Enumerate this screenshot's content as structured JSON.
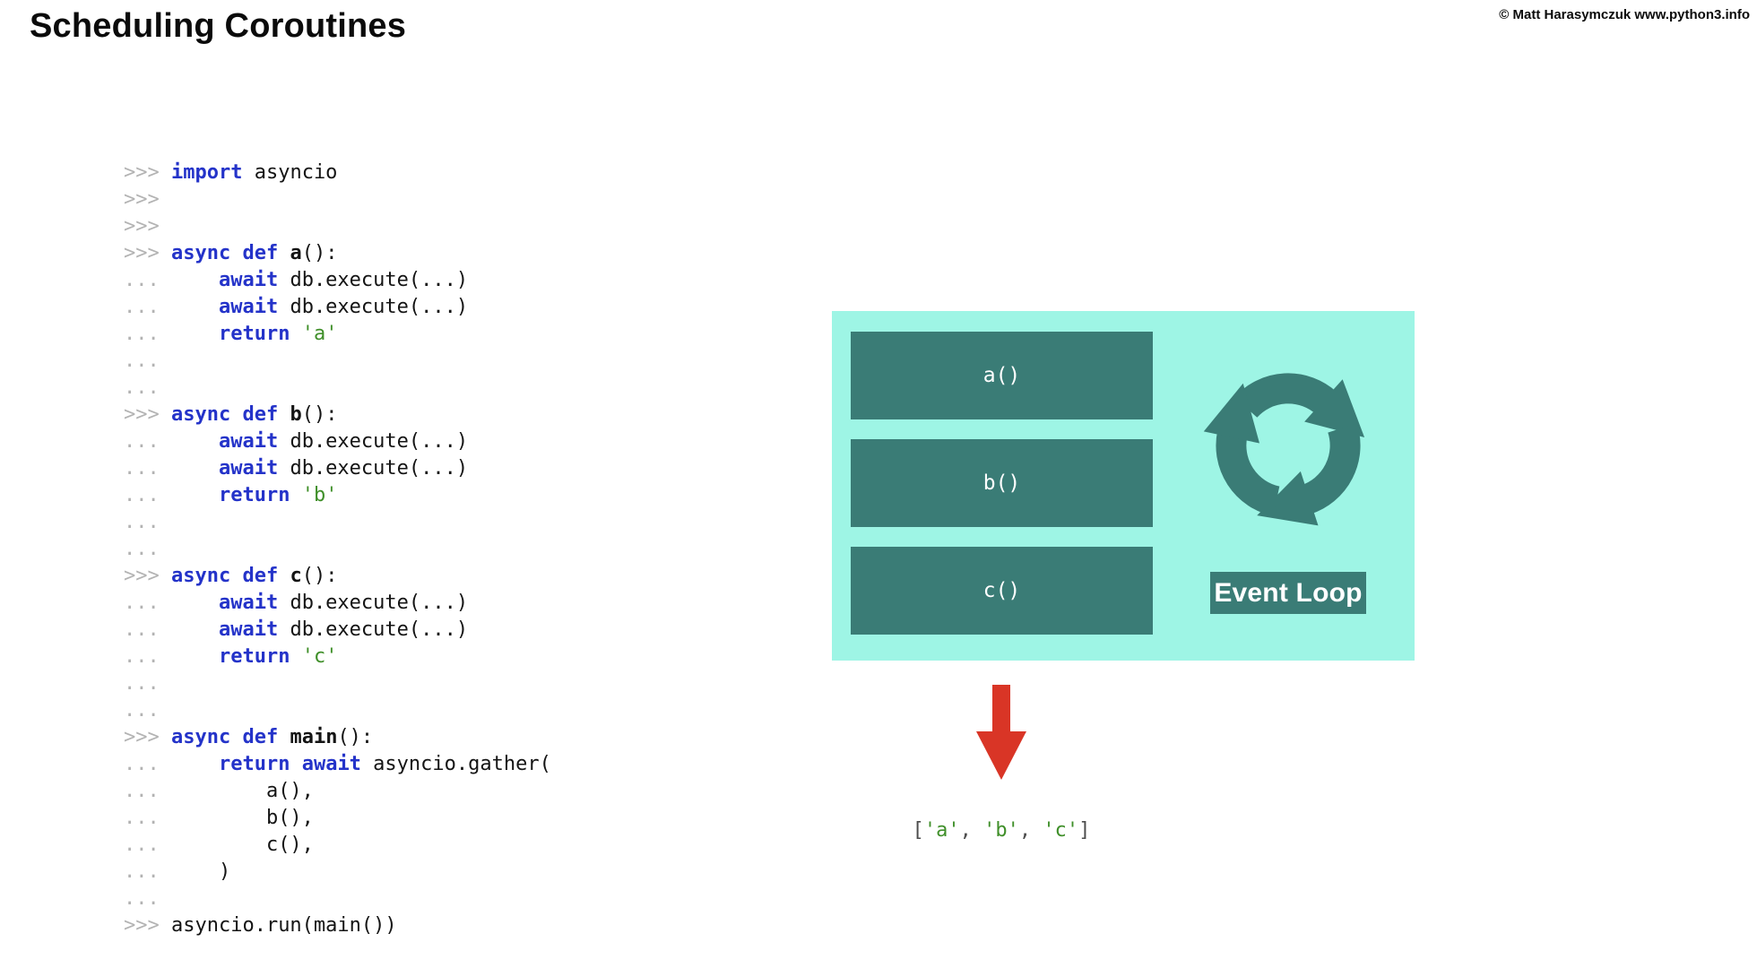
{
  "title": "Scheduling Coroutines",
  "copyright": "© Matt Harasymczuk www.python3.info",
  "colors": {
    "mint_background": "#9ef5e5",
    "teal_dark": "#3a7c76",
    "arrow_red": "#d93526",
    "keyword_blue": "#2433c9",
    "prompt_gray": "#b3b3b3",
    "string_green": "#3f8f29",
    "code_black": "#141414",
    "bracket_gray": "#4d4d4d"
  },
  "code": {
    "lines": [
      [
        [
          "p",
          ">>> "
        ],
        [
          "k",
          "import"
        ],
        [
          "t",
          " asyncio"
        ]
      ],
      [
        [
          "p",
          ">>>"
        ]
      ],
      [
        [
          "p",
          ">>>"
        ]
      ],
      [
        [
          "p",
          ">>> "
        ],
        [
          "k",
          "async def"
        ],
        [
          "t",
          " "
        ],
        [
          "n",
          "a"
        ],
        [
          "t",
          "():"
        ]
      ],
      [
        [
          "p",
          "... "
        ],
        [
          "t",
          "    "
        ],
        [
          "k",
          "await"
        ],
        [
          "t",
          " db.execute(...)"
        ]
      ],
      [
        [
          "p",
          "... "
        ],
        [
          "t",
          "    "
        ],
        [
          "k",
          "await"
        ],
        [
          "t",
          " db.execute(...)"
        ]
      ],
      [
        [
          "p",
          "... "
        ],
        [
          "t",
          "    "
        ],
        [
          "k",
          "return"
        ],
        [
          "t",
          " "
        ],
        [
          "s",
          "'a'"
        ]
      ],
      [
        [
          "p",
          "..."
        ]
      ],
      [
        [
          "p",
          "..."
        ]
      ],
      [
        [
          "p",
          ">>> "
        ],
        [
          "k",
          "async def"
        ],
        [
          "t",
          " "
        ],
        [
          "n",
          "b"
        ],
        [
          "t",
          "():"
        ]
      ],
      [
        [
          "p",
          "... "
        ],
        [
          "t",
          "    "
        ],
        [
          "k",
          "await"
        ],
        [
          "t",
          " db.execute(...)"
        ]
      ],
      [
        [
          "p",
          "... "
        ],
        [
          "t",
          "    "
        ],
        [
          "k",
          "await"
        ],
        [
          "t",
          " db.execute(...)"
        ]
      ],
      [
        [
          "p",
          "... "
        ],
        [
          "t",
          "    "
        ],
        [
          "k",
          "return"
        ],
        [
          "t",
          " "
        ],
        [
          "s",
          "'b'"
        ]
      ],
      [
        [
          "p",
          "..."
        ]
      ],
      [
        [
          "p",
          "..."
        ]
      ],
      [
        [
          "p",
          ">>> "
        ],
        [
          "k",
          "async def"
        ],
        [
          "t",
          " "
        ],
        [
          "n",
          "c"
        ],
        [
          "t",
          "():"
        ]
      ],
      [
        [
          "p",
          "... "
        ],
        [
          "t",
          "    "
        ],
        [
          "k",
          "await"
        ],
        [
          "t",
          " db.execute(...)"
        ]
      ],
      [
        [
          "p",
          "... "
        ],
        [
          "t",
          "    "
        ],
        [
          "k",
          "await"
        ],
        [
          "t",
          " db.execute(...)"
        ]
      ],
      [
        [
          "p",
          "... "
        ],
        [
          "t",
          "    "
        ],
        [
          "k",
          "return"
        ],
        [
          "t",
          " "
        ],
        [
          "s",
          "'c'"
        ]
      ],
      [
        [
          "p",
          "..."
        ]
      ],
      [
        [
          "p",
          "..."
        ]
      ],
      [
        [
          "p",
          ">>> "
        ],
        [
          "k",
          "async def"
        ],
        [
          "t",
          " "
        ],
        [
          "n",
          "main"
        ],
        [
          "t",
          "():"
        ]
      ],
      [
        [
          "p",
          "... "
        ],
        [
          "t",
          "    "
        ],
        [
          "k",
          "return"
        ],
        [
          "t",
          " "
        ],
        [
          "k",
          "await"
        ],
        [
          "t",
          " asyncio.gather("
        ]
      ],
      [
        [
          "p",
          "... "
        ],
        [
          "t",
          "        a(),"
        ]
      ],
      [
        [
          "p",
          "... "
        ],
        [
          "t",
          "        b(),"
        ]
      ],
      [
        [
          "p",
          "... "
        ],
        [
          "t",
          "        c(),"
        ]
      ],
      [
        [
          "p",
          "... "
        ],
        [
          "t",
          "    )"
        ]
      ],
      [
        [
          "p",
          "..."
        ]
      ],
      [
        [
          "p",
          ">>> "
        ],
        [
          "t",
          "asyncio.run(main())"
        ]
      ]
    ]
  },
  "diagram": {
    "tasks": [
      "a()",
      "b()",
      "c()"
    ],
    "event_loop_label": "Event Loop",
    "result_tokens": [
      [
        "b",
        "["
      ],
      [
        "s",
        "'a'"
      ],
      [
        "b",
        ", "
      ],
      [
        "s",
        "'b'"
      ],
      [
        "b",
        ", "
      ],
      [
        "s",
        "'c'"
      ],
      [
        "b",
        "]"
      ]
    ]
  }
}
